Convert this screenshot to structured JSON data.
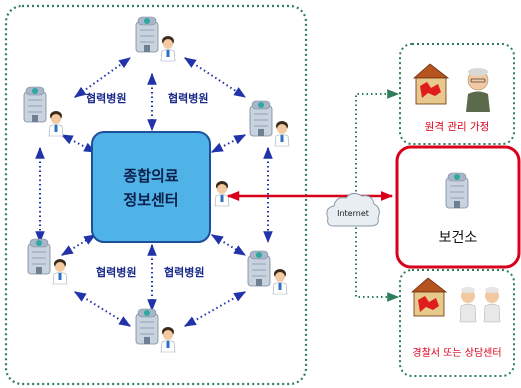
{
  "network": {
    "partner_label_top_left": "협력병원",
    "partner_label_top_right": "협력병원",
    "partner_label_bottom_left": "협력병원",
    "partner_label_bottom_right": "협력병원"
  },
  "center": {
    "line1": "종합의료",
    "line2": "정보센터"
  },
  "internet": {
    "label": "Internet"
  },
  "right_panel": {
    "home_label": "원격 관리 가정",
    "health_center_label": "보건소",
    "police_label": "경찰서 또는 상담센터"
  },
  "colors": {
    "green_border": "#2e7d5b",
    "center_fill": "#4fb3e8",
    "red": "#d9001b",
    "blue_arrows": "#2233aa",
    "label_blue": "#1a2a8c"
  }
}
